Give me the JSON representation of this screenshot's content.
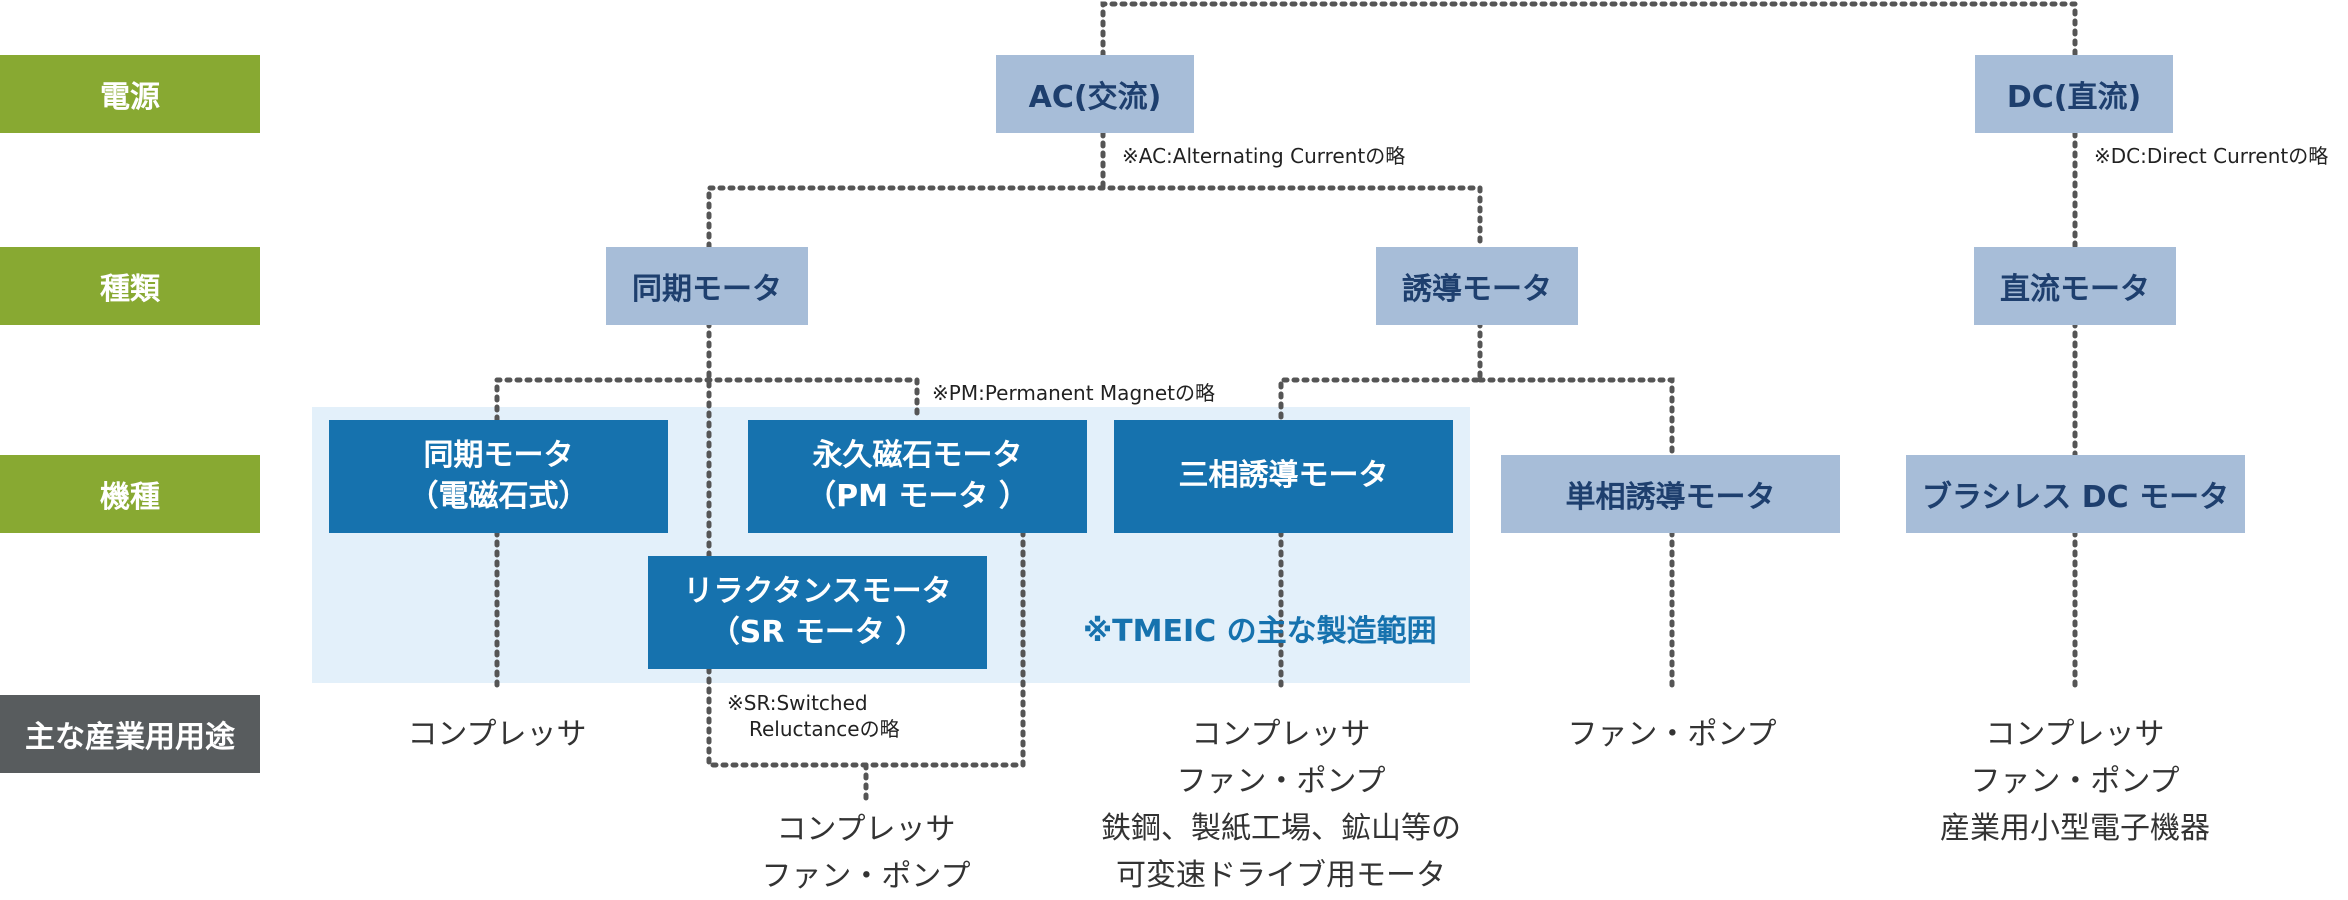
{
  "row_labels": {
    "power": "電源",
    "type": "種類",
    "model": "機種",
    "uses": "主な産業用用途"
  },
  "power": {
    "ac": "AC(交流)",
    "dc": "DC(直流)",
    "ac_note": "※AC:Alternating Currentの略",
    "dc_note": "※DC:Direct Currentの略"
  },
  "types": {
    "sync": "同期モータ",
    "induction": "誘導モータ",
    "dc_motor": "直流モータ"
  },
  "models": {
    "sync_em_line1": "同期モータ",
    "sync_em_line2": "（電磁石式）",
    "pm_line1": "永久磁石モータ",
    "pm_line2": "（PM モータ ）",
    "three_phase": "三相誘導モータ",
    "sr_line1": "リラクタンスモータ",
    "sr_line2": "（SR モータ ）",
    "single_phase": "単相誘導モータ",
    "brushless": "ブラシレス DC モータ"
  },
  "notes": {
    "pm_note": "※PM:Permanent Magnetの略",
    "sr_note_line1": "※SR:Switched",
    "sr_note_line2": "Reluctanceの略",
    "scope": "※TMEIC の主な製造範囲"
  },
  "uses": {
    "sync_em": [
      "コンプレッサ"
    ],
    "pm_sr": [
      "コンプレッサ",
      "ファン・ポンプ"
    ],
    "three_phase": [
      "コンプレッサ",
      "ファン・ポンプ",
      "鉄鋼、製紙工場、鉱山等の",
      "可変速ドライブ用モータ"
    ],
    "single_phase": [
      "ファン・ポンプ"
    ],
    "brushless": [
      "コンプレッサ",
      "ファン・ポンプ",
      "産業用小型電子機器"
    ]
  },
  "colors": {
    "row_label": "#88a932",
    "row_label_dark": "#585c5e",
    "light_box": "#a7bdd8",
    "dark_box": "#1672ae",
    "scope_band": "#e3f0fa",
    "connector": "#555555"
  }
}
